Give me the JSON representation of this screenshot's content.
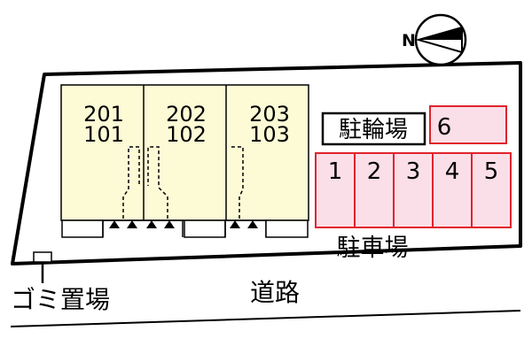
{
  "compass": {
    "north_label": "N"
  },
  "units": [
    {
      "upper": "201",
      "lower": "101"
    },
    {
      "upper": "202",
      "lower": "102"
    },
    {
      "upper": "203",
      "lower": "103"
    }
  ],
  "bicycle_parking": {
    "label": "駐輪場",
    "space": "6"
  },
  "car_parking": {
    "label": "駐車場",
    "spaces": [
      "1",
      "2",
      "3",
      "4",
      "5"
    ]
  },
  "garbage": {
    "label": "ゴミ置場"
  },
  "road": {
    "label": "道路"
  },
  "colors": {
    "building_fill": "#fdfbd6",
    "parking_fill": "#fbdfe8",
    "parking_stroke": "#e0242d",
    "outline": "#000000"
  }
}
